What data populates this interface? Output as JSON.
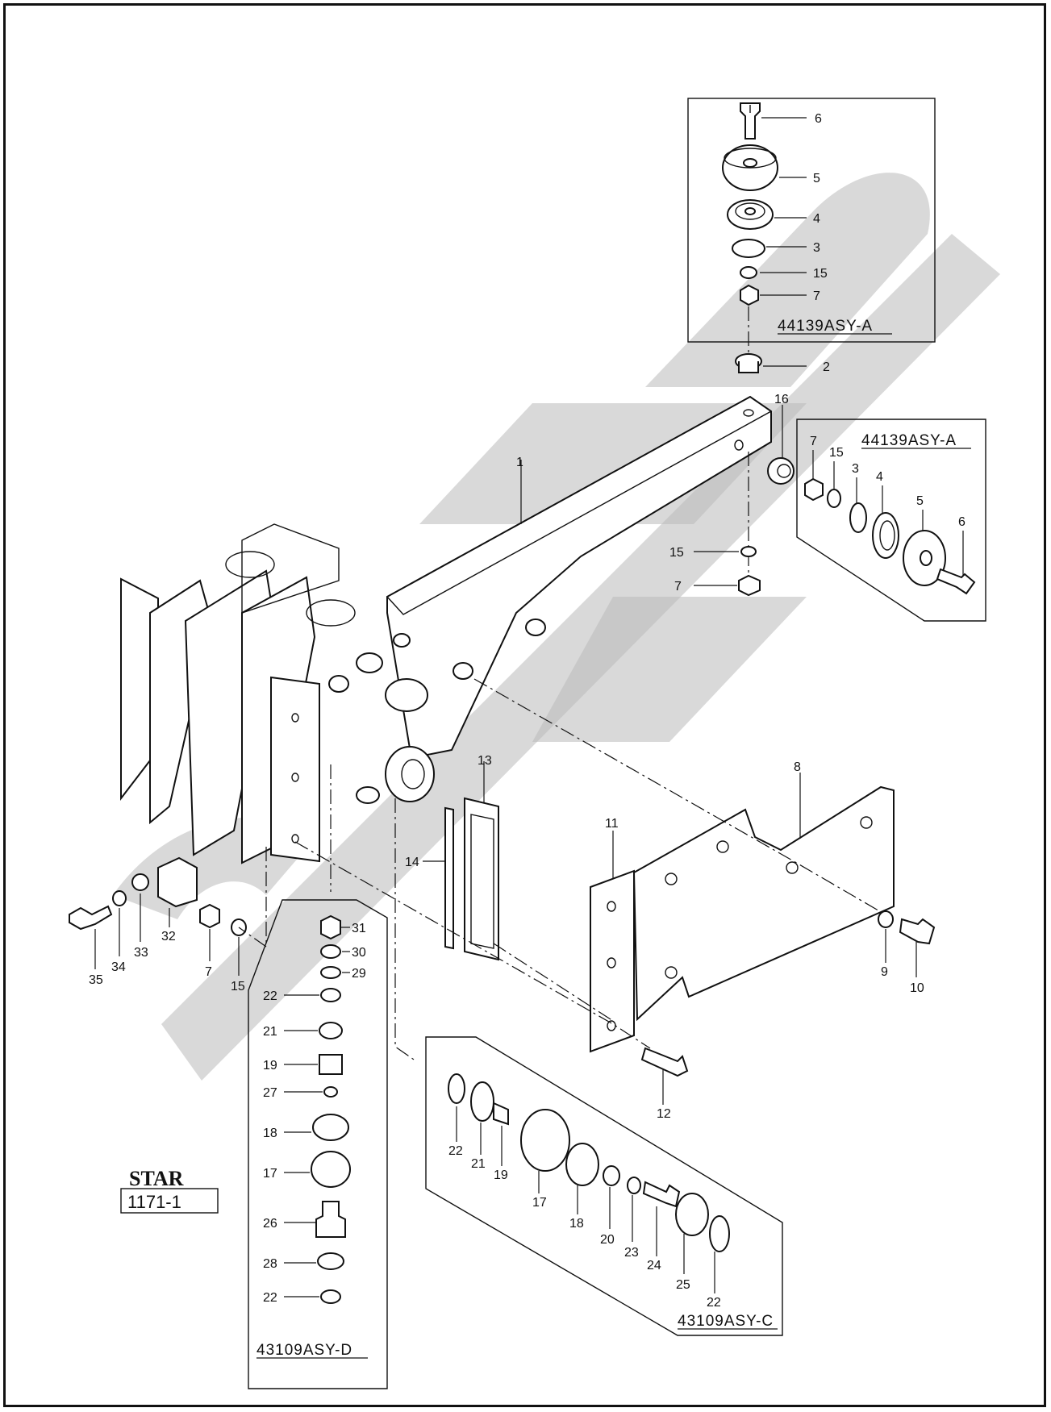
{
  "watermark_logo": "ST2",
  "catalog": {
    "brand": "STAR",
    "code": "1171-1"
  },
  "assemblies": {
    "top": "44139ASY-A",
    "right": "44139ASY-A",
    "bottom_left": "43109ASY-D",
    "bottom_right": "43109ASY-C"
  },
  "part_numbers": {
    "p1": "1",
    "p2": "2",
    "p3": "3",
    "p4": "4",
    "p5": "5",
    "p6": "6",
    "p7": "7",
    "p8": "8",
    "p9": "9",
    "p10": "10",
    "p11": "11",
    "p12": "12",
    "p13": "13",
    "p14": "14",
    "p15": "15",
    "p16": "16",
    "p17": "17",
    "p18": "18",
    "p19": "19",
    "p20": "20",
    "p21": "21",
    "p22": "22",
    "p23": "23",
    "p24": "24",
    "p25": "25",
    "p26": "26",
    "p27": "27",
    "p28": "28",
    "p29": "29",
    "p30": "30",
    "p31": "31",
    "p32": "32",
    "p33": "33",
    "p34": "34",
    "p35": "35"
  },
  "colors": {
    "line": "#111111",
    "watermark": "#b9b9b9",
    "paper": "#ffffff"
  }
}
